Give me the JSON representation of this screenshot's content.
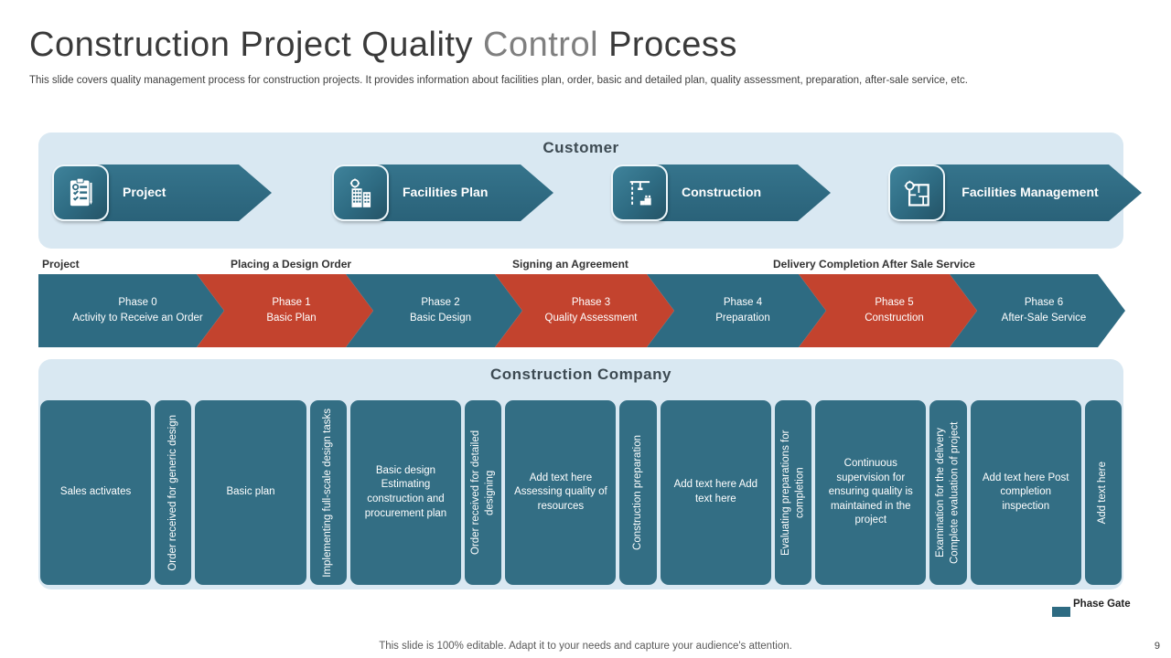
{
  "slide": {
    "title_part1": "Construction Project Quality ",
    "title_part2": "Control",
    "title_part3": " Process",
    "subtitle": "This slide covers quality management process for construction projects. It provides information about facilities plan, order, basic and detailed plan, quality assessment, preparation, after-sale service, etc.",
    "footer_note": "This slide is 100% editable. Adapt it to your needs and capture your audience's attention.",
    "page_number": "9"
  },
  "customer_band": {
    "heading": "Customer",
    "arrows": [
      {
        "label": "Project",
        "icon": "clipboard-checklist-icon"
      },
      {
        "label": "Facilities Plan",
        "icon": "building-gear-icon"
      },
      {
        "label": "Construction",
        "icon": "crane-icon"
      },
      {
        "label": "Facilities Management",
        "icon": "floorplan-gear-icon"
      }
    ]
  },
  "milestones": [
    {
      "label": "Project"
    },
    {
      "label": "Placing a Design Order"
    },
    {
      "label": "Signing an Agreement"
    },
    {
      "label": "Delivery Completion After Sale Service"
    }
  ],
  "phases": [
    {
      "line1": "Phase 0",
      "line2": "Activity to Receive an Order",
      "color": "teal"
    },
    {
      "line1": "Phase 1",
      "line2": "Basic Plan",
      "color": "red"
    },
    {
      "line1": "Phase 2",
      "line2": "Basic Design",
      "color": "teal"
    },
    {
      "line1": "Phase 3",
      "line2": "Quality Assessment",
      "color": "red"
    },
    {
      "line1": "Phase 4",
      "line2": "Preparation",
      "color": "teal"
    },
    {
      "line1": "Phase 5",
      "line2": "Construction",
      "color": "red"
    },
    {
      "line1": "Phase 6",
      "line2": "After-Sale Service",
      "color": "teal"
    }
  ],
  "company_band": {
    "heading": "Construction Company",
    "boxes": [
      {
        "text": "Sales activates",
        "orientation": "horizontal"
      },
      {
        "text": "Order received for generic design",
        "orientation": "vertical"
      },
      {
        "text": "Basic plan",
        "orientation": "horizontal"
      },
      {
        "text": "Implementing full-scale design tasks",
        "orientation": "vertical"
      },
      {
        "text": "Basic design Estimating construction and procurement plan",
        "orientation": "horizontal"
      },
      {
        "text": "Order received for detailed designing",
        "orientation": "vertical"
      },
      {
        "text": "Add text here Assessing quality of resources",
        "orientation": "horizontal"
      },
      {
        "text": "Construction preparation",
        "orientation": "vertical"
      },
      {
        "text": "Add text here Add text here",
        "orientation": "horizontal"
      },
      {
        "text": "Evaluating preparations for completion",
        "orientation": "vertical"
      },
      {
        "text": "Continuous supervision for ensuring quality is maintained in the project",
        "orientation": "horizontal"
      },
      {
        "text": "Examination for the delivery Complete evaluation of project",
        "orientation": "vertical"
      },
      {
        "text": "Add text here Post completion inspection",
        "orientation": "horizontal"
      },
      {
        "text": "Add text here",
        "orientation": "vertical"
      }
    ]
  },
  "legend": {
    "label": "Phase Gate"
  },
  "colors": {
    "teal": "#2e6b82",
    "red": "#c3432e",
    "band_background": "#d9e8f2",
    "heading_text": "#3d4a52",
    "title_muted": "#7f7f7f"
  }
}
